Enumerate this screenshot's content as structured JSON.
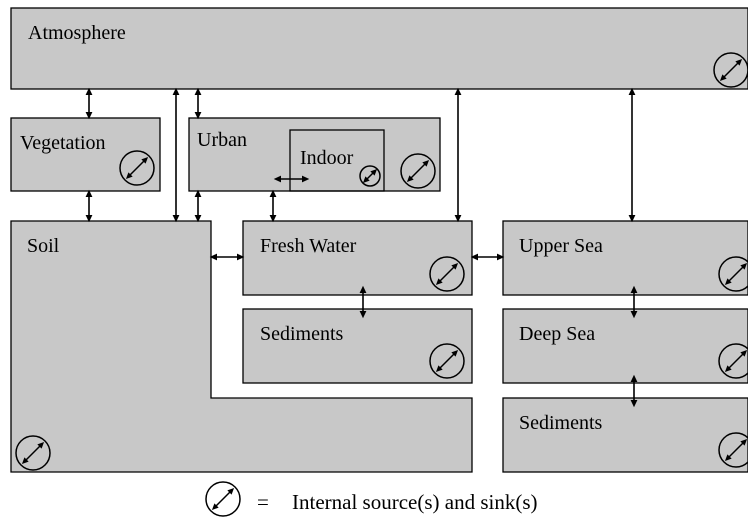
{
  "compartments": {
    "atmosphere": "Atmosphere",
    "vegetation": "Vegetation",
    "urban": "Urban",
    "indoor": "Indoor",
    "soil": "Soil",
    "fresh_water": "Fresh Water",
    "fresh_water_sediments": "Sediments",
    "upper_sea": "Upper Sea",
    "deep_sea": "Deep Sea",
    "sea_sediments": "Sediments"
  },
  "legend": {
    "equals": "=",
    "text": "Internal source(s) and sink(s)"
  },
  "colors": {
    "box_fill": "#c8c8c8",
    "stroke": "#000000",
    "background": "#ffffff"
  },
  "icons": {
    "source_sink": "circle-with-double-arrow-icon"
  }
}
